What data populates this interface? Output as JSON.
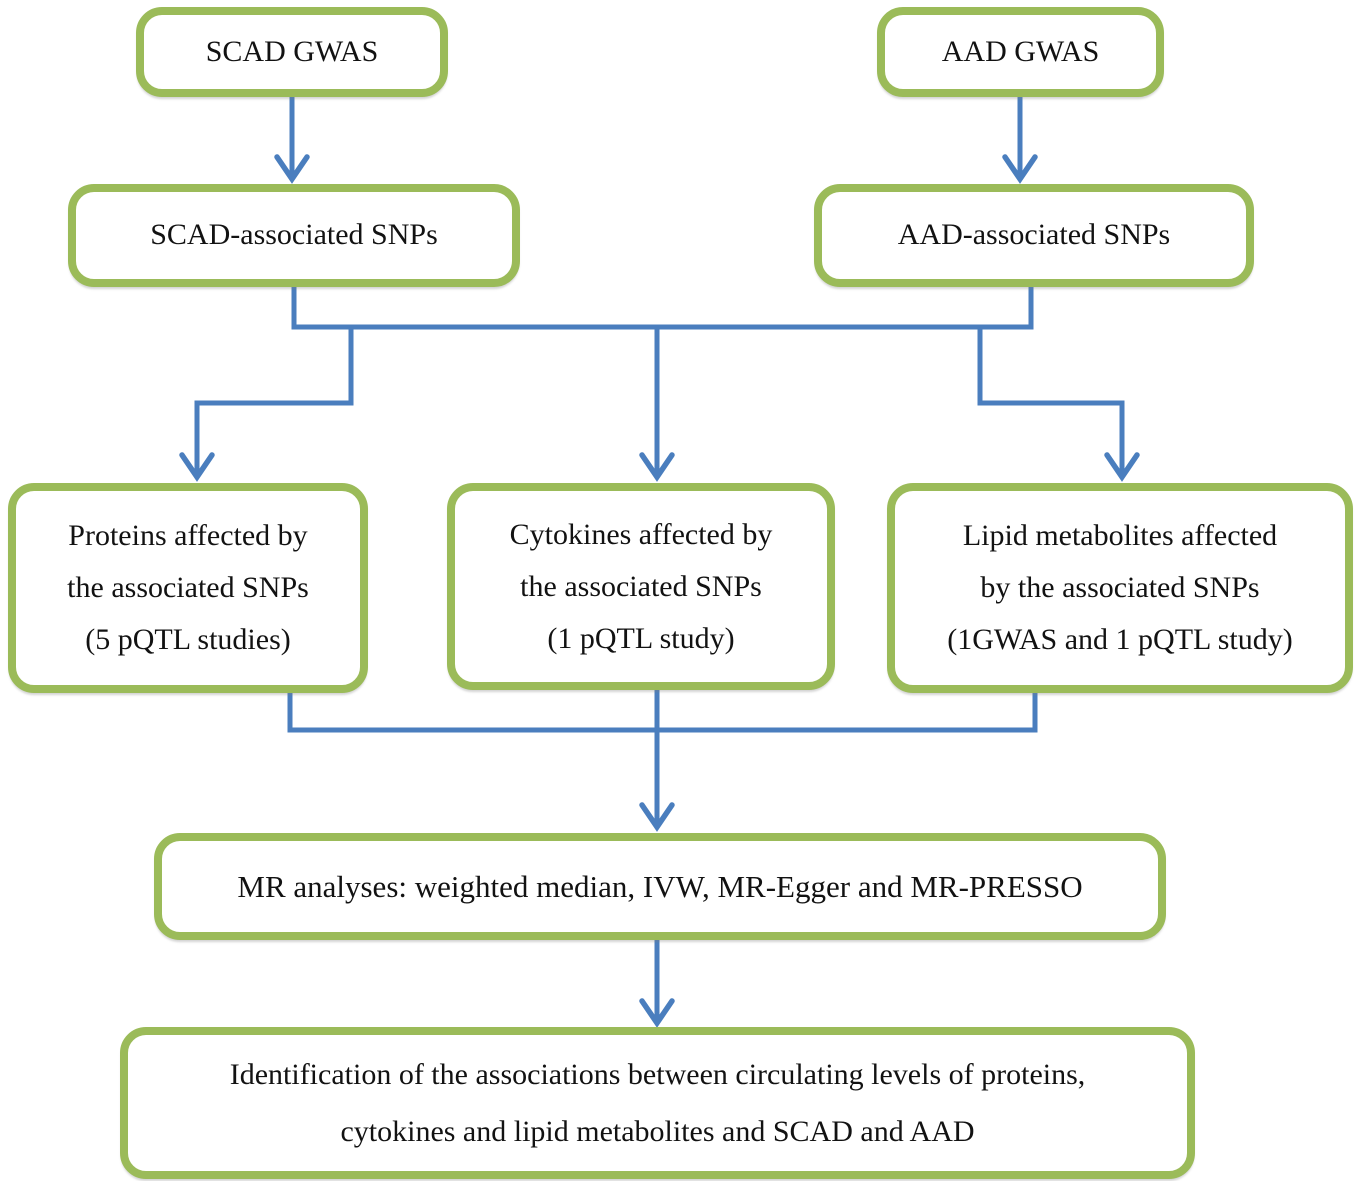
{
  "figure": {
    "type": "flowchart",
    "description": "Mendelian randomization study design flow diagram"
  },
  "colors": {
    "box_border": "#9bbb59",
    "arrow": "#4a7ebe",
    "text": "#121212",
    "bg": "#ffffff"
  },
  "nodes": {
    "scad_gwas": {
      "text": "SCAD GWAS"
    },
    "aad_gwas": {
      "text": "AAD GWAS"
    },
    "scad_snps": {
      "text": "SCAD-associated SNPs"
    },
    "aad_snps": {
      "text": "AAD-associated SNPs"
    },
    "proteins": {
      "text": "Proteins affected by\nthe associated SNPs\n(5 pQTL studies)"
    },
    "cytokines": {
      "text": "Cytokines affected by\nthe associated SNPs\n(1 pQTL study)"
    },
    "lipids": {
      "text": "Lipid metabolites affected\nby the associated SNPs\n(1GWAS and 1 pQTL study)"
    },
    "mr": {
      "text": "MR analyses: weighted median, IVW, MR-Egger and MR-PRESSO"
    },
    "identification": {
      "text": "Identification of the associations between circulating levels of proteins,\ncytokines and lipid metabolites and SCAD and AAD"
    }
  },
  "edges": [
    {
      "from": "scad_gwas",
      "to": "scad_snps"
    },
    {
      "from": "aad_gwas",
      "to": "aad_snps"
    },
    {
      "from": "scad_snps",
      "to": "proteins"
    },
    {
      "from": "scad_snps",
      "to": "cytokines"
    },
    {
      "from": "scad_snps",
      "to": "lipids"
    },
    {
      "from": "aad_snps",
      "to": "proteins"
    },
    {
      "from": "aad_snps",
      "to": "cytokines"
    },
    {
      "from": "aad_snps",
      "to": "lipids"
    },
    {
      "from": "proteins",
      "to": "mr"
    },
    {
      "from": "cytokines",
      "to": "mr"
    },
    {
      "from": "lipids",
      "to": "mr"
    },
    {
      "from": "mr",
      "to": "identification"
    }
  ]
}
